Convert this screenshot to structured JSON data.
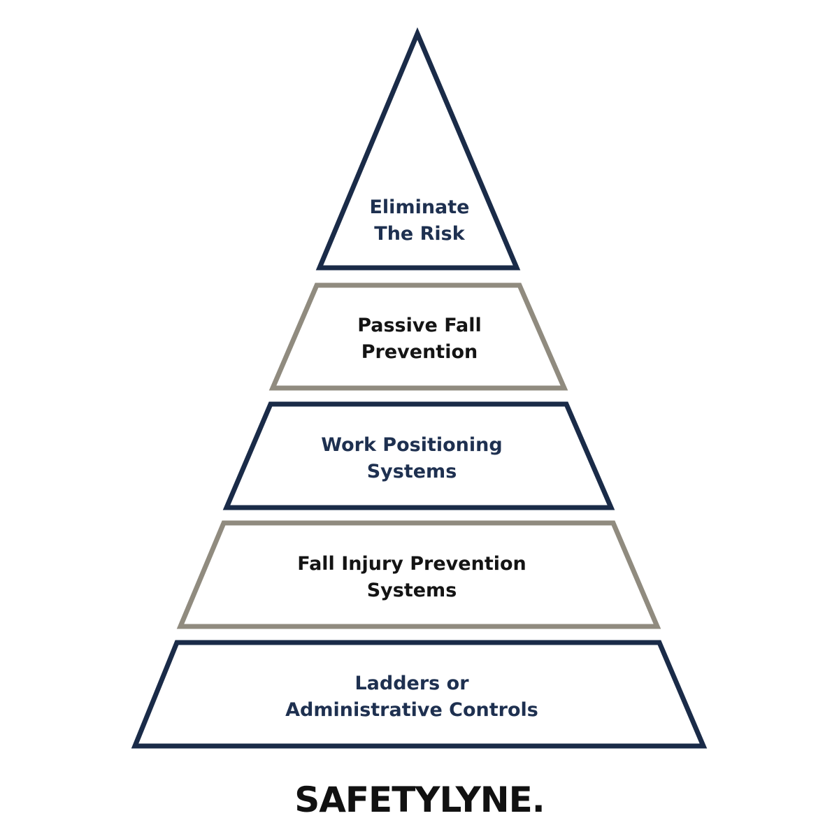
{
  "colors": {
    "navy": "#1a2b48",
    "taupe": "#908b7f",
    "label_navy": "#1e3050",
    "label_dark": "#141414",
    "background": "#ffffff"
  },
  "pyramid": {
    "tiers": [
      {
        "label_lines": [
          "Eliminate",
          "The Risk"
        ],
        "outline": "navy"
      },
      {
        "label_lines": [
          "Passive Fall",
          "Prevention"
        ],
        "outline": "taupe"
      },
      {
        "label_lines": [
          "Work Positioning",
          "Systems"
        ],
        "outline": "navy"
      },
      {
        "label_lines": [
          "Fall Injury Prevention",
          "Systems"
        ],
        "outline": "taupe"
      },
      {
        "label_lines": [
          "Ladders or",
          "Administrative Controls"
        ],
        "outline": "navy"
      }
    ]
  },
  "brand": {
    "logo_text": "SAFETYLYNE."
  }
}
